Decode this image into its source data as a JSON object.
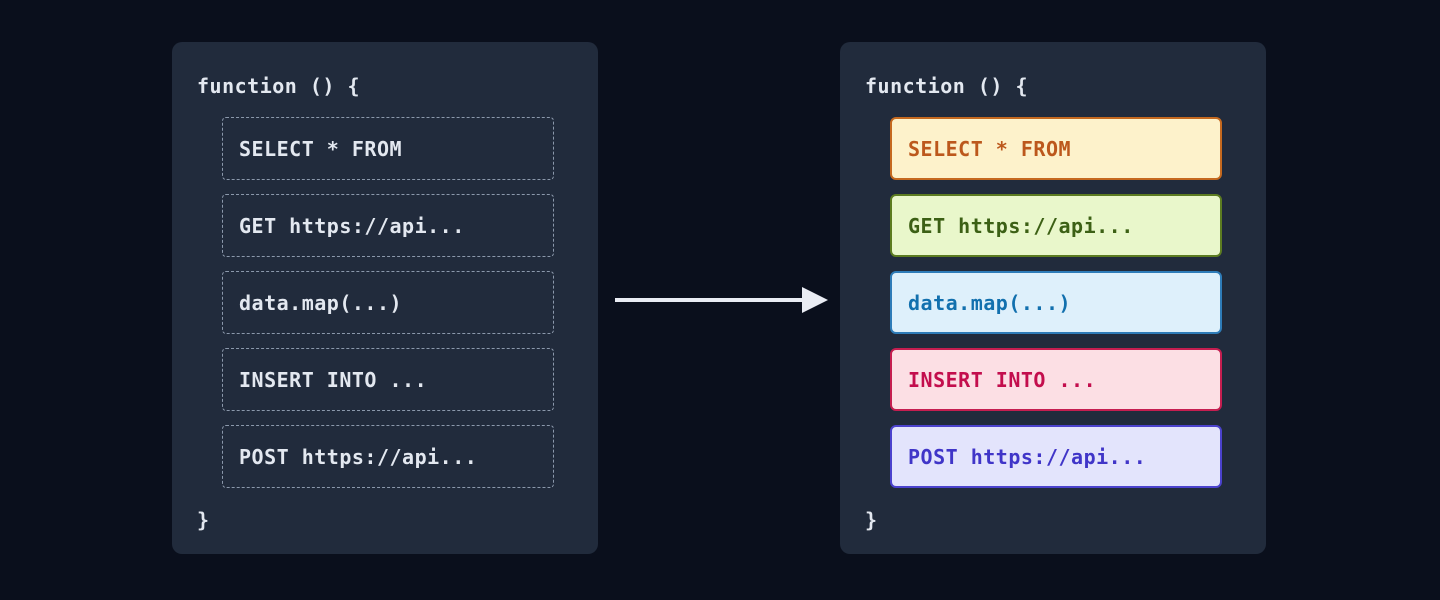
{
  "page": {
    "background": "#0a0f1c",
    "panel_bg": "#212b3c",
    "panel_text": "#e3e8f0",
    "dashed_border": "#8b98ab"
  },
  "arrow": {
    "color": "#e9ecf3"
  },
  "before_panel": {
    "title": "function () {",
    "close_brace": "}",
    "items": [
      {
        "label": "SELECT * FROM"
      },
      {
        "label": "GET https://api..."
      },
      {
        "label": "data.map(...)"
      },
      {
        "label": "INSERT INTO ..."
      },
      {
        "label": "POST https://api..."
      }
    ]
  },
  "after_panel": {
    "title": "function () {",
    "close_brace": "}",
    "items": [
      {
        "label": "SELECT * FROM",
        "bg": "#fdf2cb",
        "border": "#c5691f",
        "text": "#bc581c"
      },
      {
        "label": "GET https://api...",
        "bg": "#e9f7cb",
        "border": "#5c7c21",
        "text": "#3c6015"
      },
      {
        "label": "data.map(...)",
        "bg": "#def0fb",
        "border": "#2e7cb8",
        "text": "#1270ae"
      },
      {
        "label": "INSERT INTO ...",
        "bg": "#fcdfe4",
        "border": "#c51e50",
        "text": "#c30e4d"
      },
      {
        "label": "POST https://api...",
        "bg": "#e3e4fc",
        "border": "#4b42cd",
        "text": "#4035c8"
      }
    ]
  }
}
